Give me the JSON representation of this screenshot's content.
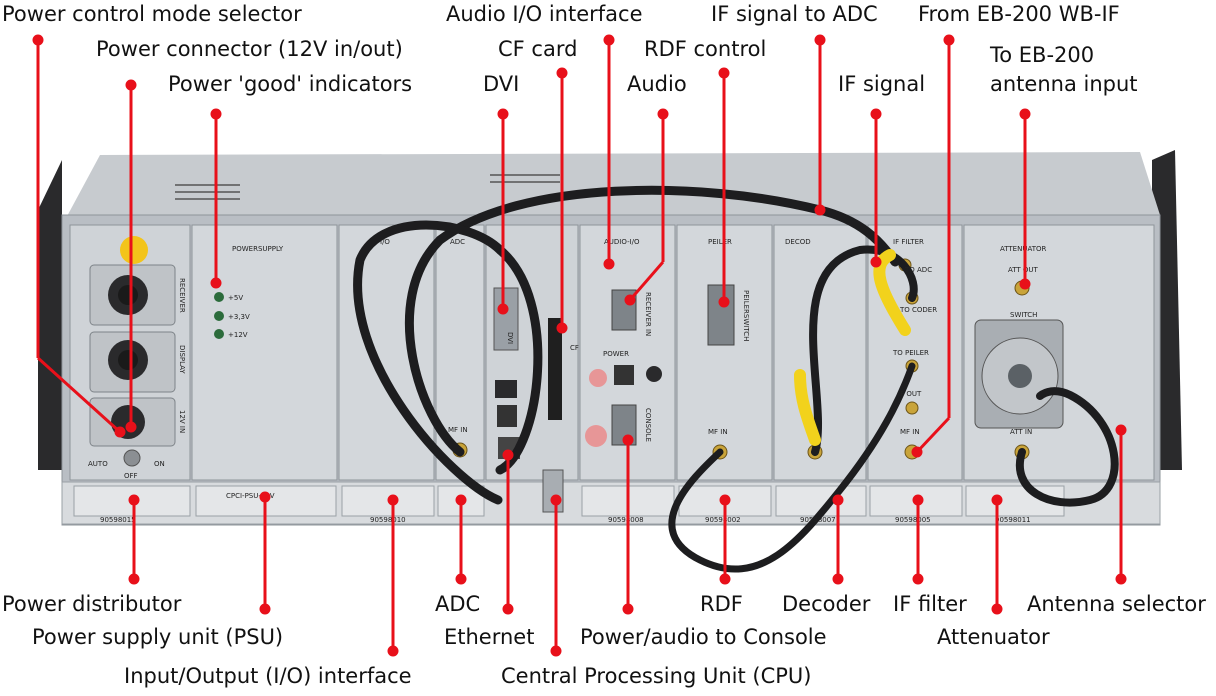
{
  "colors": {
    "leader": "#e8101a",
    "chassis": "#b9bec4",
    "panel": "#d3d7db",
    "cable": "#1d1d1f",
    "yellow_cable": "#f2d21c",
    "background": "#ffffff"
  },
  "callouts_top": [
    {
      "id": "power-control-mode-selector",
      "text": "Power control mode selector"
    },
    {
      "id": "power-connector",
      "text": "Power connector (12V in/out)"
    },
    {
      "id": "power-good-indicators",
      "text": "Power 'good' indicators"
    },
    {
      "id": "audio-io-interface",
      "text": "Audio I/O interface"
    },
    {
      "id": "cf-card",
      "text": "CF card"
    },
    {
      "id": "dvi",
      "text": "DVI"
    },
    {
      "id": "if-signal-to-adc",
      "text": "IF signal to ADC"
    },
    {
      "id": "rdf-control",
      "text": "RDF control"
    },
    {
      "id": "audio",
      "text": "Audio"
    },
    {
      "id": "from-eb200-wb-if",
      "text": "From EB-200 WB-IF"
    },
    {
      "id": "if-signal",
      "text": "IF signal"
    },
    {
      "id": "to-eb200-antenna-line1",
      "text": "To EB-200"
    },
    {
      "id": "to-eb200-antenna-line2",
      "text": "antenna input"
    }
  ],
  "callouts_bottom": [
    {
      "id": "power-distributor",
      "text": "Power distributor"
    },
    {
      "id": "power-supply-unit",
      "text": "Power supply unit (PSU)"
    },
    {
      "id": "io-interface",
      "text": "Input/Output (I/O) interface"
    },
    {
      "id": "adc",
      "text": "ADC"
    },
    {
      "id": "ethernet",
      "text": "Ethernet"
    },
    {
      "id": "cpu",
      "text": "Central Processing Unit (CPU)"
    },
    {
      "id": "power-audio-console",
      "text": "Power/audio to Console"
    },
    {
      "id": "rdf",
      "text": "RDF"
    },
    {
      "id": "decoder",
      "text": "Decoder"
    },
    {
      "id": "if-filter",
      "text": "IF filter"
    },
    {
      "id": "attenuator",
      "text": "Attenuator"
    },
    {
      "id": "antenna-selector",
      "text": "Antenna selector"
    }
  ],
  "panel_labels": {
    "receiver": "RECEIVER",
    "display": "DISPLAY",
    "v12in": "12V IN",
    "auto": "AUTO",
    "on": "ON",
    "off": "OFF",
    "powersupply": "POWERSUPPLY",
    "v5": "+5V",
    "v33": "+3,3V",
    "v12": "+12V",
    "io": "I/O",
    "adc": "ADC",
    "mf_in": "MF IN",
    "audio_io": "AUDIO-I/O",
    "receiver_in": "RECEIVER IN",
    "power": "POWER",
    "console": "CONSOLE",
    "peiler": "PEILER",
    "peilerswitch": "PEILERSWITCH",
    "decoder": "DECOD",
    "if_filter": "IF FILTER",
    "to_adc": "TO ADC",
    "to_coder": "TO CODER",
    "to_peiler": "TO PEILER",
    "if_out": "IF OUT",
    "attenuator": "ATTENUATOR",
    "att_out": "ATT OUT",
    "switch": "SWITCH",
    "att_in": "ATT IN",
    "cpci_psu": "CPCI-PSU-12V",
    "part_1": "90598015",
    "part_2": "90598010",
    "part_3": "90598008",
    "part_4": "90598002",
    "part_5": "90598007",
    "part_6": "90598005",
    "part_7": "90598011",
    "dvi_label": "DVI",
    "cf_label": "CF"
  }
}
